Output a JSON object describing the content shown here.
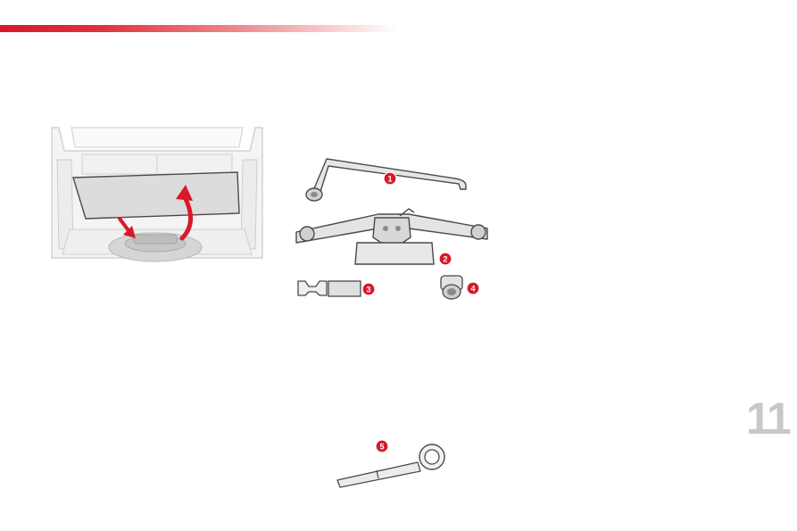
{
  "page": {
    "chapter_number": "11"
  },
  "callouts": {
    "c1": "1",
    "c2": "2",
    "c3": "3",
    "c4": "4",
    "c5": "5"
  },
  "colors": {
    "accent": "#d7192a",
    "chapter_grey": "#c8c8c8"
  },
  "icons": {
    "boot": "car-boot-illustration",
    "wrench": "wheel-brace-icon",
    "jack": "jack-icon",
    "tool3": "socket-adapter-icon",
    "tool4": "wheel-bolt-cap-icon",
    "tool5": "towing-eye-icon"
  }
}
